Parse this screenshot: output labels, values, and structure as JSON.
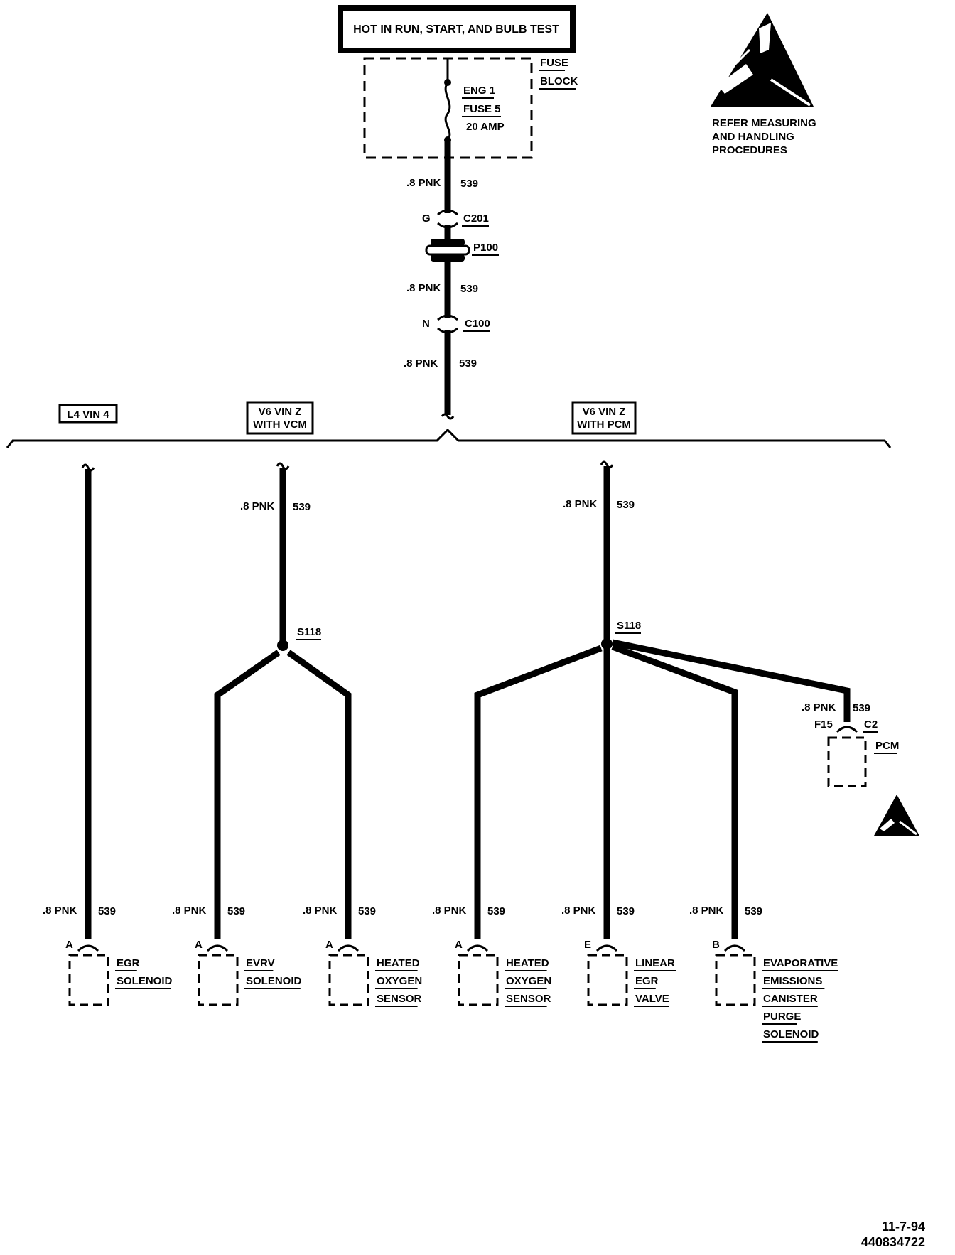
{
  "header_box": "HOT IN RUN, START, AND BULB TEST",
  "fuse_block": {
    "label_line1": "FUSE",
    "label_line2": "BLOCK",
    "fuse_name": "ENG 1",
    "fuse_number": "FUSE 5",
    "fuse_rating": "20 AMP"
  },
  "esd_note": [
    "REFER MEASURING",
    "AND HANDLING",
    "PROCEDURES"
  ],
  "wire_size": ".8 PNK",
  "circuit": "539",
  "connectors": {
    "c201_pin": "G",
    "c201": "C201",
    "p100": "P100",
    "c100_pin": "N",
    "c100": "C100",
    "splice_left": "S118",
    "splice_right": "S118",
    "pcm_pin": "F15",
    "pcm_conn": "C2",
    "pcm": "PCM"
  },
  "options": [
    {
      "label": "L4 VIN 4"
    },
    {
      "label": [
        "V6 VIN Z",
        "WITH VCM"
      ]
    },
    {
      "label": [
        "V6 VIN Z",
        "WITH PCM"
      ]
    }
  ],
  "components": [
    {
      "pin": "A",
      "name": [
        "EGR",
        "SOLENOID"
      ]
    },
    {
      "pin": "A",
      "name": [
        "EVRV",
        "SOLENOID"
      ]
    },
    {
      "pin": "A",
      "name": [
        "HEATED",
        "OXYGEN",
        "SENSOR"
      ]
    },
    {
      "pin": "A",
      "name": [
        "HEATED",
        "OXYGEN",
        "SENSOR"
      ]
    },
    {
      "pin": "E",
      "name": [
        "LINEAR",
        "EGR",
        "VALVE"
      ]
    },
    {
      "pin": "B",
      "name": [
        "EVAPORATIVE",
        "EMISSIONS",
        "CANISTER",
        "PURGE",
        "SOLENOID"
      ]
    }
  ],
  "footer": {
    "date": "11-7-94",
    "ref": "440834722"
  }
}
